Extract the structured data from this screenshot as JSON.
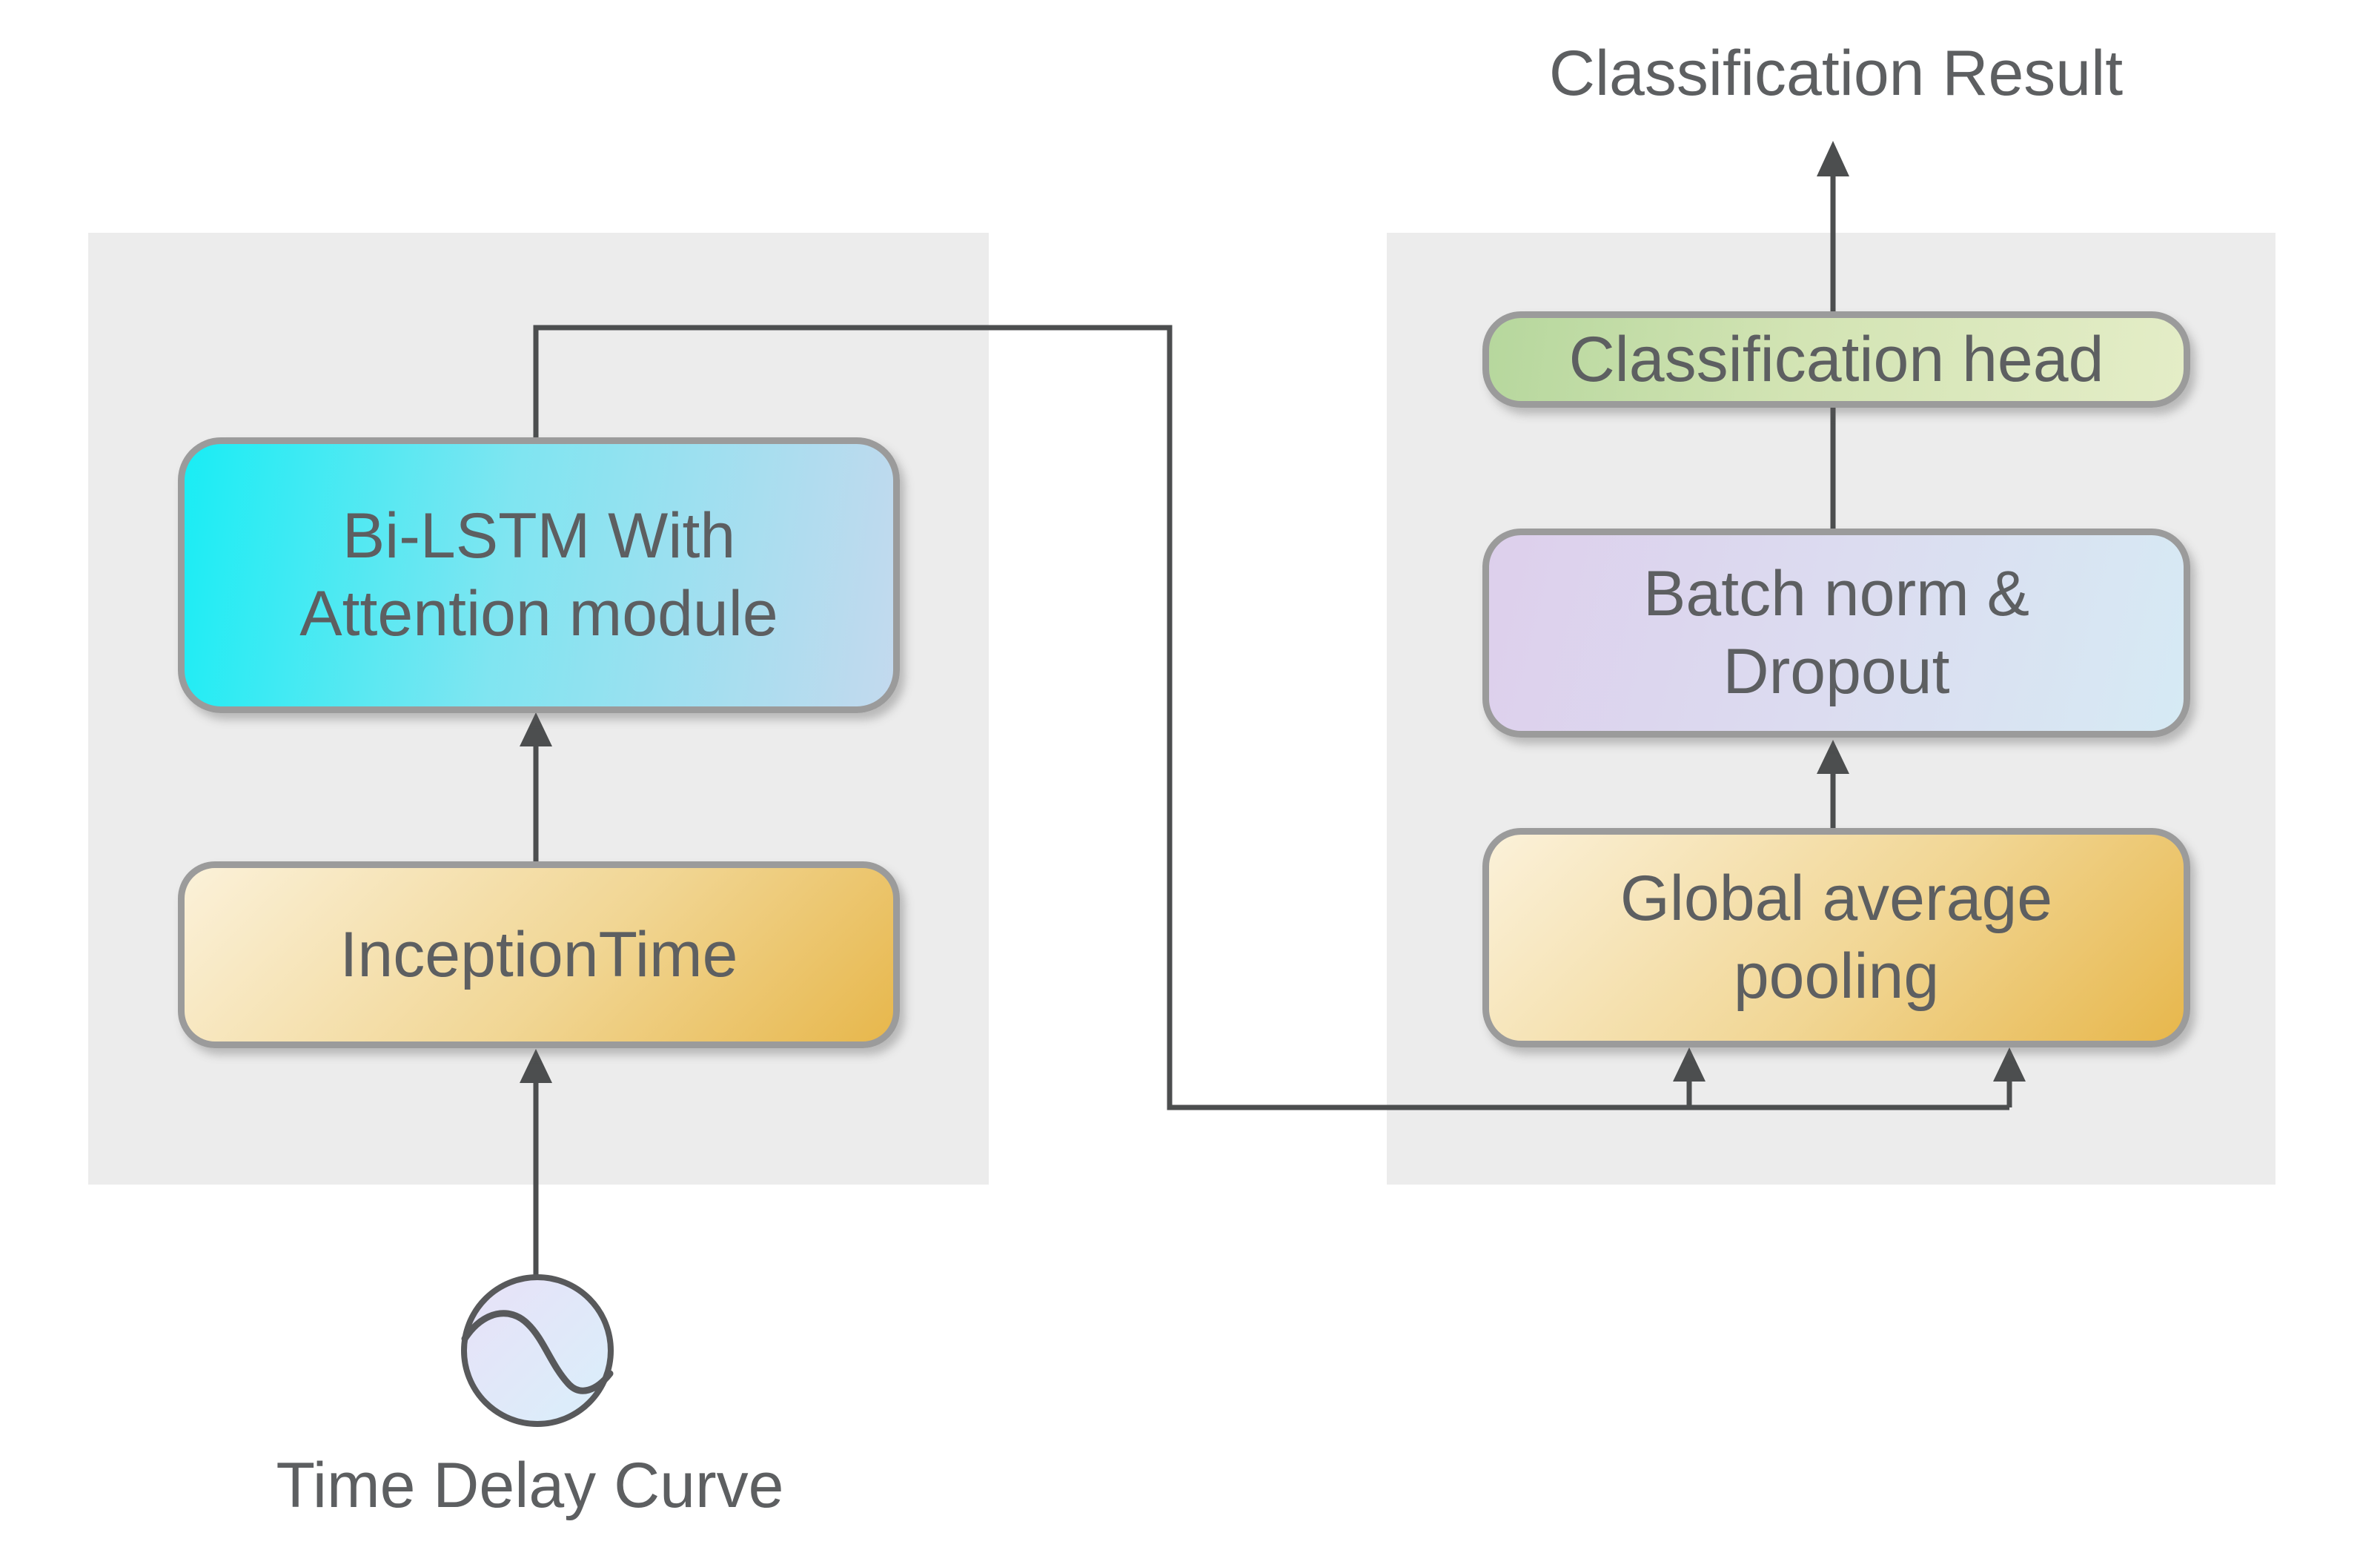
{
  "diagram": {
    "output_label": "Classification Result",
    "input_caption": "Time Delay Curve",
    "nodes": {
      "bilstm": {
        "line1": "Bi-LSTM With",
        "line2": "Attention module"
      },
      "inception": {
        "label": "InceptionTime"
      },
      "classhead": {
        "label": "Classification head"
      },
      "batchnorm": {
        "line1": "Batch norm &",
        "line2": "Dropout"
      },
      "gap": {
        "line1": "Global average",
        "line2": "pooling"
      }
    },
    "icons": {
      "input": "sine-wave-icon"
    },
    "colors": {
      "background": "#ffffff",
      "panel_bg": "#ececec",
      "node_border": "#9b9b9b",
      "text": "#5d5f61",
      "wire": "#4c4e4f",
      "bilstm_gradient_start": "#19edf4",
      "bilstm_gradient_end": "#c3d9ee",
      "amber_gradient_start": "#fbf1d9",
      "amber_gradient_end": "#e7b74c",
      "batchnorm_gradient_start": "#ddcfec",
      "batchnorm_gradient_end": "#d6eaf4",
      "classhead_gradient_start": "#b6d79d",
      "classhead_gradient_end": "#e4edc7",
      "input_icon_gradient_start": "#e8e1f8",
      "input_icon_gradient_end": "#d9effa"
    }
  }
}
